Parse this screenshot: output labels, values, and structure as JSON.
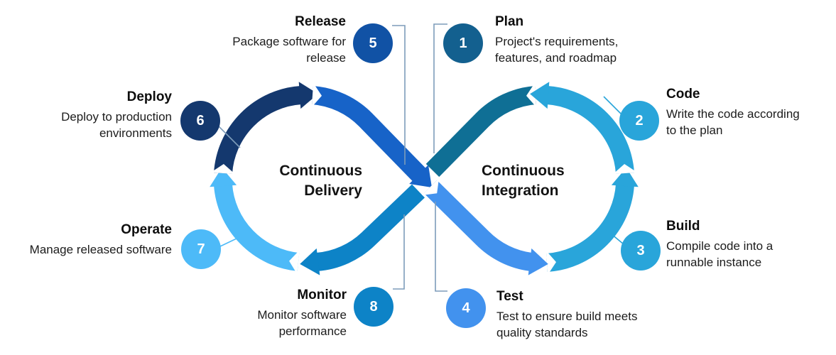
{
  "diagram": {
    "left_loop_label": "Continuous\nDelivery",
    "right_loop_label": "Continuous\nIntegration"
  },
  "stages": [
    {
      "num": "1",
      "title": "Plan",
      "desc": "Project's requirements,\nfeatures, and roadmap"
    },
    {
      "num": "2",
      "title": "Code",
      "desc": "Write the code according\nto the plan"
    },
    {
      "num": "3",
      "title": "Build",
      "desc": "Compile code into a\nrunnable instance"
    },
    {
      "num": "4",
      "title": "Test",
      "desc": "Test to ensure build meets\nquality standards"
    },
    {
      "num": "5",
      "title": "Release",
      "desc": "Package software for\nrelease"
    },
    {
      "num": "6",
      "title": "Deploy",
      "desc": "Deploy to production\nenvironments"
    },
    {
      "num": "7",
      "title": "Operate",
      "desc": "Manage released software"
    },
    {
      "num": "8",
      "title": "Monitor",
      "desc": "Monitor software\nperformance"
    }
  ],
  "colors": {
    "navy": "#14386e",
    "royal": "#1763c8",
    "sky": "#4dbaf8",
    "medium": "#0d83c7",
    "teal": "#0f6f95",
    "cyan": "#29a5da",
    "bright": "#4292ee",
    "connector": "#7d9cba",
    "badge1": "#13608f",
    "badge2": "#29a5da",
    "badge3": "#29a5da",
    "badge4": "#4292ee",
    "badge5": "#1152a5",
    "badge6": "#14386e",
    "badge7": "#4dbaf8",
    "badge8": "#0d83c7"
  }
}
